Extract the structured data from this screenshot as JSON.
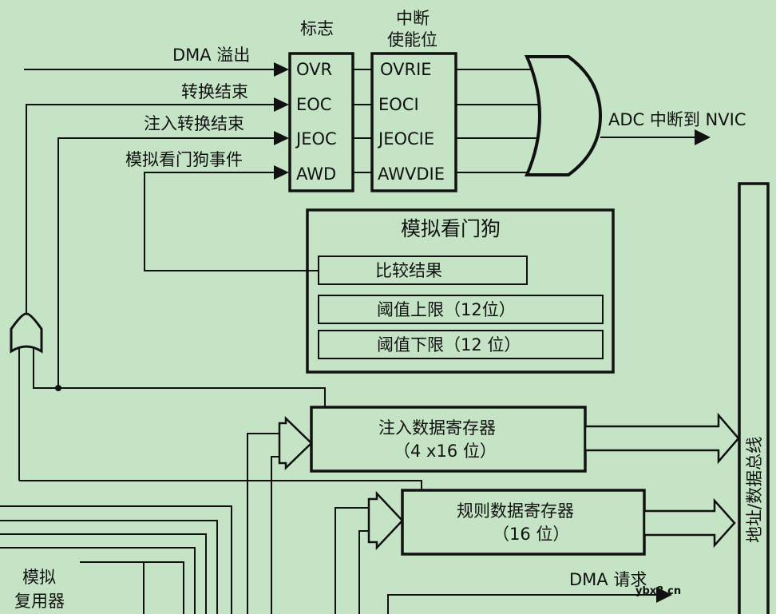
{
  "inputs": {
    "dma_overflow": "DMA 溢出",
    "conversion_end": "转换结束",
    "injected_conversion_end": "注入转换结束",
    "watchdog_event": "模拟看门狗事件"
  },
  "flags": {
    "title": "标志",
    "items": [
      "OVR",
      "EOC",
      "JEOC",
      "AWD"
    ]
  },
  "enables": {
    "title_line1": "中断",
    "title_line2": "使能位",
    "items": [
      "OVRIE",
      "EOCI",
      "JEOCIE",
      "AWVDIE"
    ]
  },
  "output": {
    "adc_to_nvic": "ADC 中断到 NVIC"
  },
  "watchdog": {
    "title": "模拟看门狗",
    "compare_result": "比较结果",
    "high_threshold": "阈值上限（12位）",
    "low_threshold": "阈值下限（12 位）"
  },
  "injected_register": {
    "line1": "注入数据寄存器",
    "line2": "（4 x16 位）"
  },
  "regular_register": {
    "line1": "规则数据寄存器",
    "line2": "（16 位）"
  },
  "bus": {
    "label": "地址/数据总线"
  },
  "dma_request": "DMA 请求",
  "mux": {
    "line1": "模拟",
    "line2": "复用器"
  },
  "watermark": "ybx8.cn"
}
